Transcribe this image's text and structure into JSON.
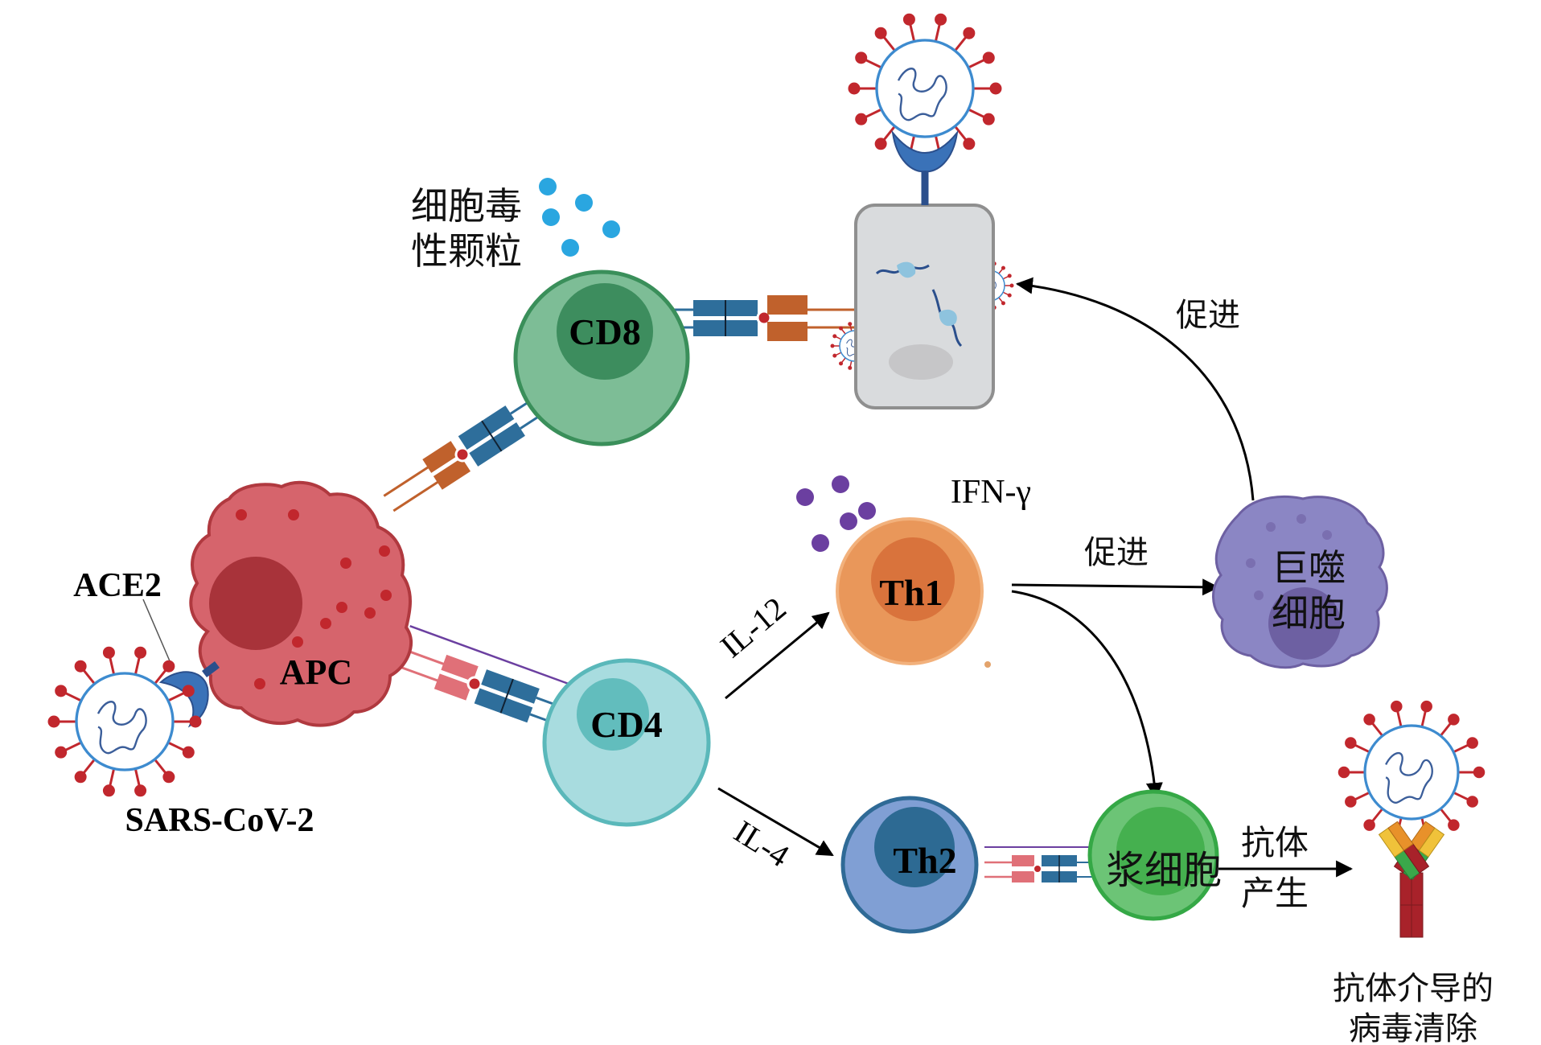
{
  "title": "SARS-CoV-2 adaptive immune response schematic",
  "colors": {
    "apc_fill": "#d6646c",
    "apc_nucleus": "#a8333a",
    "apc_dot": "#c1272d",
    "cd8_fill": "#7dbd96",
    "cd8_nucleus": "#3d8d5e",
    "cd8_border": "#3a8f5a",
    "cd4_fill": "#a8dcdf",
    "cd4_nucleus": "#62bdbd",
    "cd4_border": "#5ab8ba",
    "th1_fill": "#e9975a",
    "th1_nucleus": "#d9733c",
    "th2_fill": "#809fd4",
    "th2_nucleus": "#2d6a93",
    "th2_border": "#2f6a96",
    "plasma_fill": "#6cc476",
    "plasma_nucleus": "#45b04f",
    "plasma_border": "#35a846",
    "macrophage_fill": "#8b86c4",
    "macrophage_nucleus": "#6d60a2",
    "infected_cell_fill": "#d9dbdd",
    "infected_cell_border": "#8f8f8f",
    "virus_spike": "#c1272d",
    "virus_membrane": "#3d8bcf",
    "virus_rna": "#3b5e9a",
    "tcr_blue": "#2e6e9b",
    "mhc_orange": "#c0612c",
    "mhc_pink": "#e07078",
    "cytotoxic_granule": "#2aa6e0",
    "ifn_dot": "#6b3fa0",
    "ace2_blue": "#3a72b8",
    "arrow": "#000000"
  },
  "labels": {
    "apc": "APC",
    "ace2": "ACE2",
    "virus": "SARS-CoV-2",
    "cd8": "CD8",
    "cd4": "CD4",
    "th1": "Th1",
    "th2": "Th2",
    "cytotoxic_line1": "细胞毒",
    "cytotoxic_line2": "性颗粒",
    "ifn": "IFN-γ",
    "il12": "IL-12",
    "il4": "IL-4",
    "promote_top": "促进",
    "promote_mid": "促进",
    "macrophage_line1": "巨噬",
    "macrophage_line2": "细胞",
    "plasma_cell": "浆细胞",
    "antibody_line1": "抗体",
    "antibody_line2": "产生",
    "clearance_line1": "抗体介导的",
    "clearance_line2": "病毒清除"
  },
  "connections": [
    {
      "from": "APC",
      "to": "CD8",
      "type": "MHC-TCR binding"
    },
    {
      "from": "APC",
      "to": "CD4",
      "type": "MHC-TCR binding"
    },
    {
      "from": "CD8",
      "to": "infected cell",
      "type": "TCR binding"
    },
    {
      "from": "CD4",
      "to": "Th1",
      "label": "IL-12",
      "type": "arrow"
    },
    {
      "from": "CD4",
      "to": "Th2",
      "label": "IL-4",
      "type": "arrow"
    },
    {
      "from": "Th1",
      "to": "巨噬细胞",
      "label": "促进",
      "type": "arrow"
    },
    {
      "from": "Th1",
      "to": "浆细胞",
      "type": "arrow"
    },
    {
      "from": "巨噬细胞",
      "to": "infected cell",
      "label": "促进",
      "type": "arrow"
    },
    {
      "from": "Th2",
      "to": "浆细胞",
      "type": "binding"
    },
    {
      "from": "浆细胞",
      "to": "antibody",
      "label": "抗体产生",
      "type": "arrow"
    }
  ]
}
